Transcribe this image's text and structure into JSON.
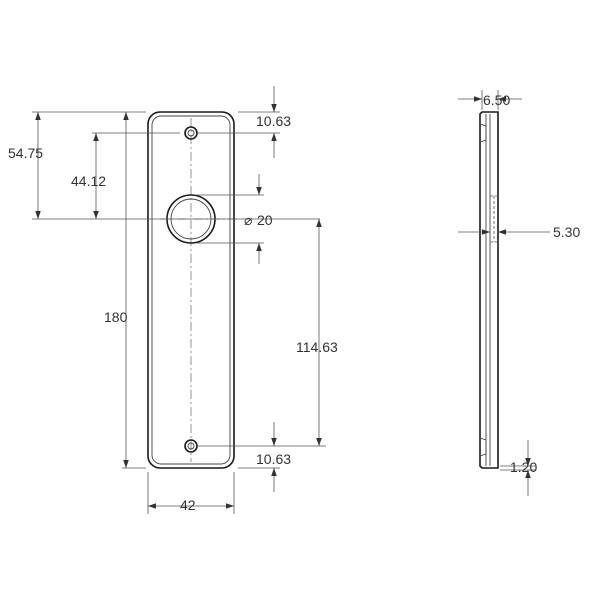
{
  "front_view": {
    "total_height": "180",
    "top_to_bore_center": "54.75",
    "hole_to_bore_center": "44.12",
    "bore_diameter_symbol": "⌀",
    "bore_diameter": "20",
    "bore_to_bottom_hole": "114.63",
    "top_hole_offset": "10.63",
    "bottom_hole_offset": "10.63",
    "plate_width": "42"
  },
  "side_view": {
    "plate_thickness": "6.50",
    "boss_depth": "5.30",
    "edge_thickness": "1.20"
  }
}
